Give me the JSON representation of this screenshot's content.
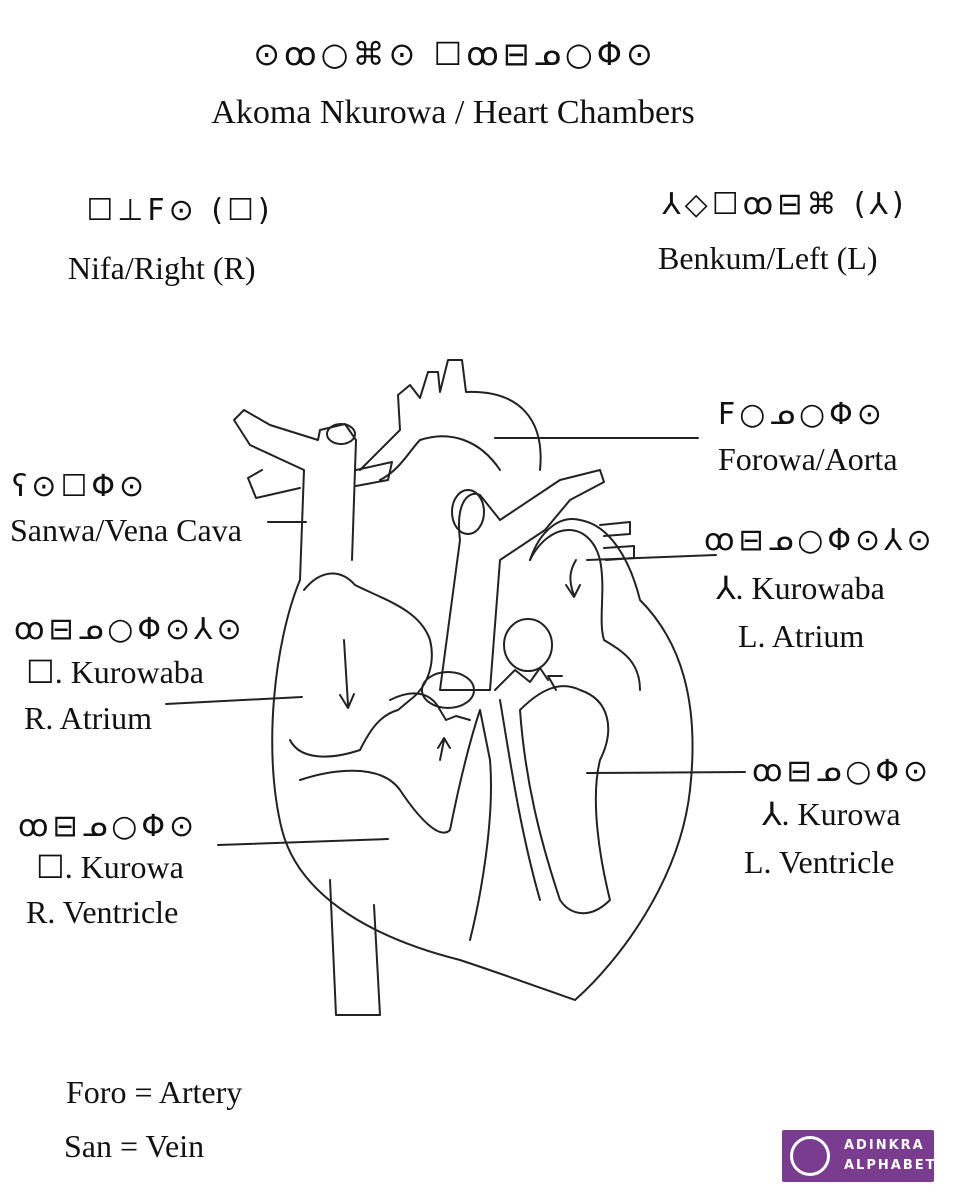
{
  "title": {
    "script": "⊙ꝏ○⌘⊙ ☐ꝏ⊟ᓄ○Φ⊙",
    "text": "Akoma Nkurowa / Heart Chambers"
  },
  "sides": {
    "right": {
      "script": "☐⊥Ϝ⊙ (☐)",
      "text": "Nifa/Right (R)"
    },
    "left": {
      "script": "⅄◇☐ꝏ⊟⌘ (⅄)",
      "text": "Benkum/Left (L)"
    }
  },
  "labels": {
    "aorta": {
      "script": "Ϝ○ᓄ○Φ⊙",
      "text": "Forowa/Aorta"
    },
    "vena_cava": {
      "script": "ʕ⊙☐Φ⊙",
      "text": "Sanwa/Vena Cava"
    },
    "left_atrium": {
      "script": "ꝏ⊟ᓄ○Φ⊙⅄⊙",
      "line1": "⅄. Kurowaba",
      "line2": "L. Atrium"
    },
    "right_atrium": {
      "script": "ꝏ⊟ᓄ○Φ⊙⅄⊙",
      "line1": "☐. Kurowaba",
      "line2": "R. Atrium"
    },
    "left_ventricle": {
      "script": "ꝏ⊟ᓄ○Φ⊙",
      "line1": "⅄. Kurowa",
      "line2": "L. Ventricle"
    },
    "right_ventricle": {
      "script": "ꝏ⊟ᓄ○Φ⊙",
      "line1": "☐. Kurowa",
      "line2": "R. Ventricle"
    }
  },
  "legend": {
    "artery": "Foro = Artery",
    "vein": "San = Vein"
  },
  "badge": {
    "line1": "ADINKRA",
    "line2": "ALPHABET",
    "color": "#7a3c8e"
  }
}
